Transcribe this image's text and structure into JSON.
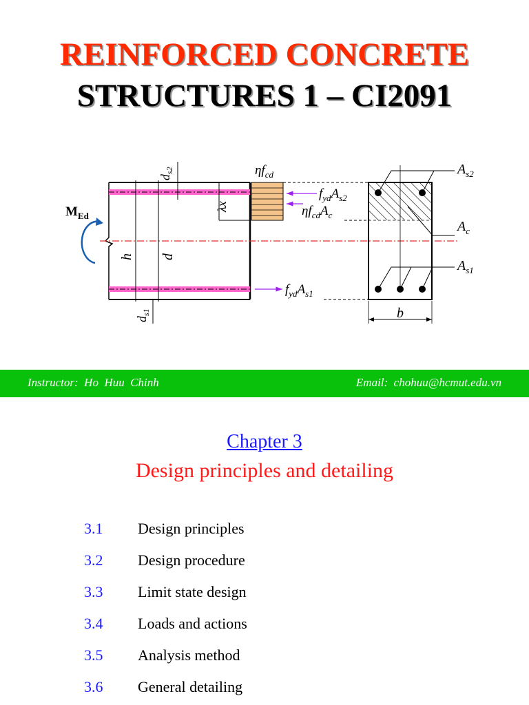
{
  "header": {
    "title_line1": "REINFORCED CONCRETE",
    "title_line2": "STRUCTURES 1 – CI2091"
  },
  "diagram": {
    "moment_label": "M",
    "moment_sub": "Ed",
    "labels": {
      "ds2": {
        "base": "d",
        "sub": "s2"
      },
      "ds1": {
        "base": "d",
        "sub": "s1"
      },
      "h": "h",
      "d": "d",
      "lambda_x": "λx",
      "eta_fcd_top": {
        "base": "ηf",
        "sub": "cd"
      },
      "fyd_as2": {
        "base1": "f",
        "sub1": "yd",
        "base2": "A",
        "sub2": "s2"
      },
      "eta_fcd_ac": {
        "base1": "ηf",
        "sub1": "cd",
        "base2": "A",
        "sub2": "c"
      },
      "fyd_as1": {
        "base1": "f",
        "sub1": "yd",
        "base2": "A",
        "sub2": "s1"
      },
      "as2": {
        "base": "A",
        "sub": "s2"
      },
      "ac": {
        "base": "A",
        "sub": "c"
      },
      "as1": {
        "base": "A",
        "sub": "s1"
      },
      "b": "b"
    },
    "colors": {
      "rebar": "#ff66cc",
      "compression_block": "#f5c48a",
      "neutral_axis": "#e03030",
      "moment_arrow": "#1a5fb0"
    }
  },
  "banner": {
    "instructor": "Instructor:  Ho  Huu  Chinh",
    "email": "Email:  chohuu@hcmut.edu.vn",
    "color": "#09c10b"
  },
  "chapter": {
    "label": "Chapter 3",
    "title": "Design principles and detailing"
  },
  "toc": [
    {
      "num": "3.1",
      "text": "Design principles"
    },
    {
      "num": "3.2",
      "text": "Design procedure"
    },
    {
      "num": "3.3",
      "text": "Limit state design"
    },
    {
      "num": "3.4",
      "text": "Loads and actions"
    },
    {
      "num": "3.5",
      "text": "Analysis method"
    },
    {
      "num": "3.6",
      "text": "General detailing"
    }
  ]
}
